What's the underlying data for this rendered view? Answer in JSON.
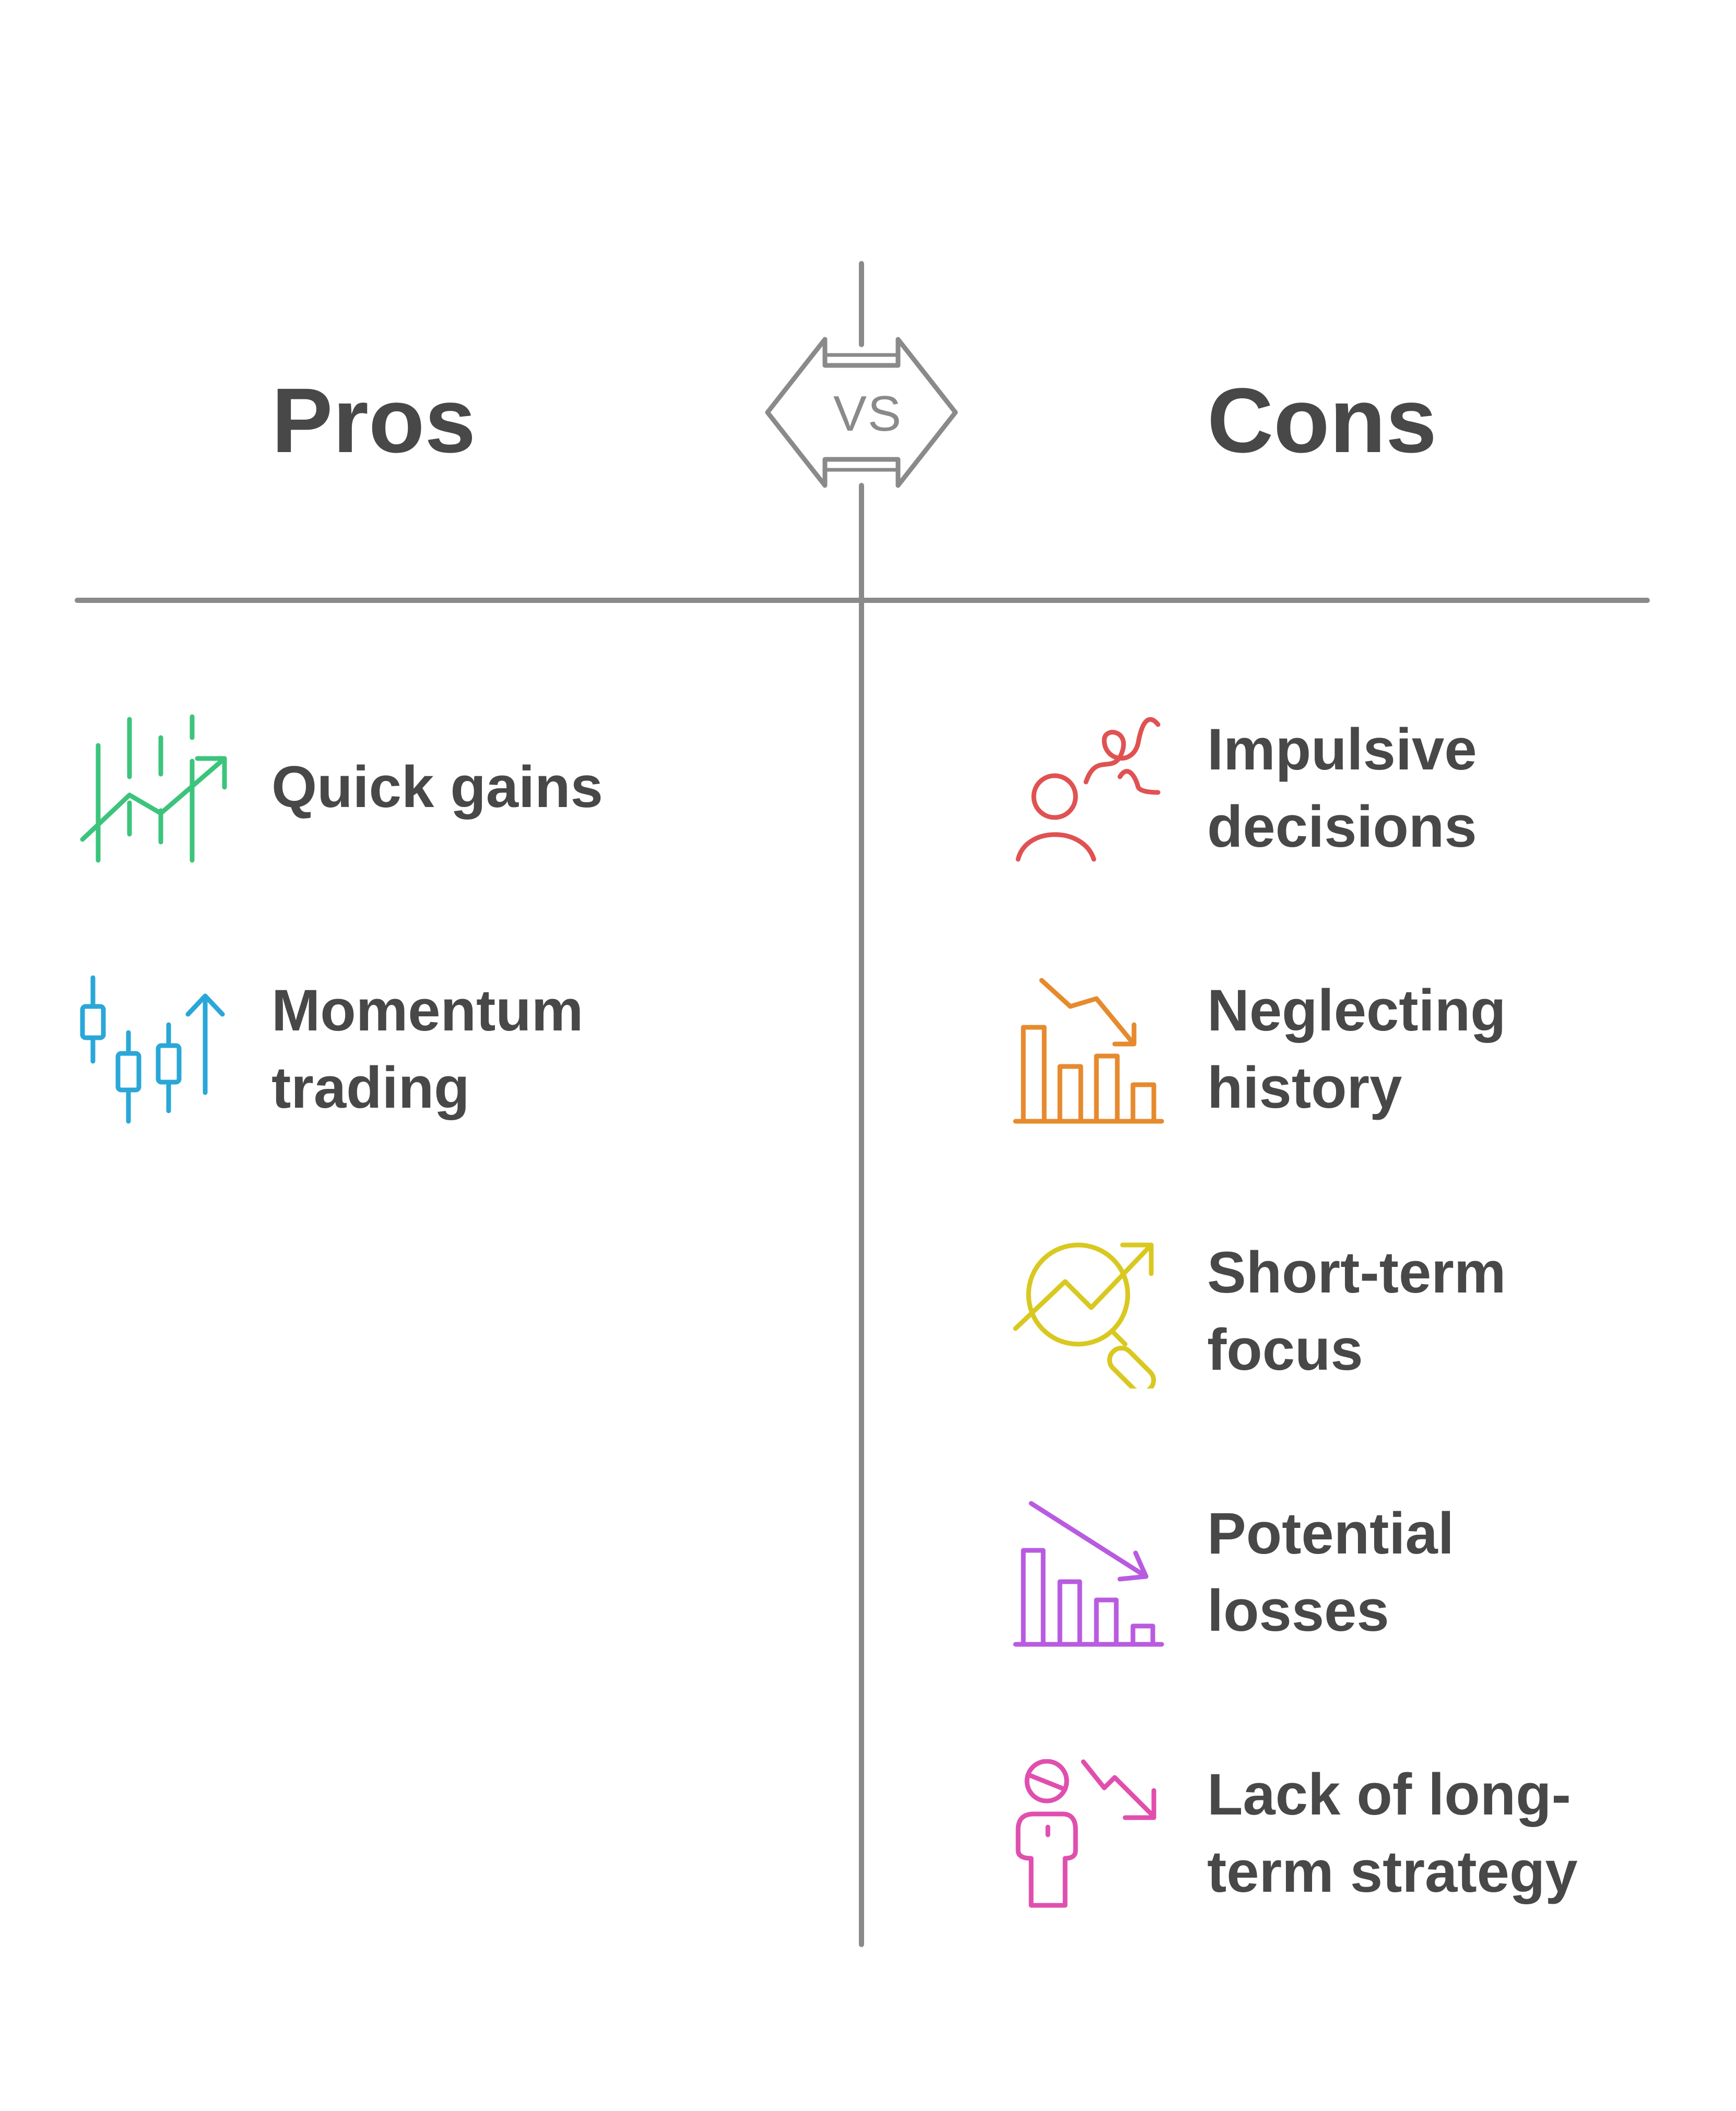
{
  "header": {
    "pros_title": "Pros",
    "cons_title": "Cons",
    "vs_label": "VS"
  },
  "colors": {
    "text": "#484848",
    "divider": "#8a8a8a",
    "green": "#3cc47c",
    "blue": "#2aa7d8",
    "red": "#e05252",
    "orange": "#e68a2e",
    "yellow": "#d9c81f",
    "purple": "#b95be0",
    "pink": "#e04fae"
  },
  "pros": [
    {
      "label": "Quick gains",
      "icon": "bar-chart-up-arrow-icon"
    },
    {
      "label": "Momentum\ntrading",
      "icon": "candlestick-up-arrow-icon"
    }
  ],
  "cons": [
    {
      "label": "Impulsive\ndecisions",
      "icon": "person-squiggle-icon"
    },
    {
      "label": "Neglecting\nhistory",
      "icon": "declining-bars-icon"
    },
    {
      "label": "Short-term\nfocus",
      "icon": "magnifier-trend-icon"
    },
    {
      "label": "Potential\nlosses",
      "icon": "decreasing-bars-arrow-icon"
    },
    {
      "label": "Lack of long-\nterm strategy",
      "icon": "person-down-arrow-icon"
    }
  ]
}
